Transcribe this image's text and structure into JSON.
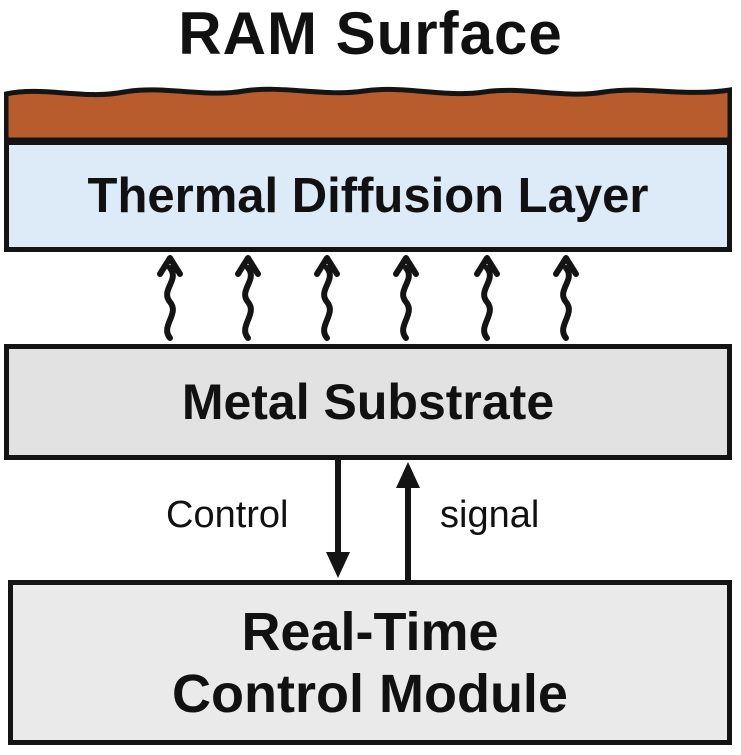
{
  "title": "RAM Surface",
  "layers": {
    "thermal": "Thermal Diffusion Layer",
    "metal": "Metal Substrate",
    "module_line1": "Real-Time",
    "module_line2": "Control Module"
  },
  "edges": {
    "control": "Control",
    "signal": "signal"
  },
  "colors": {
    "surface": "#b85c2e",
    "thermal_fill": "#dcebf7",
    "metal_fill": "#e2e2e2",
    "module_fill": "#eaeaea",
    "stroke": "#141414"
  }
}
